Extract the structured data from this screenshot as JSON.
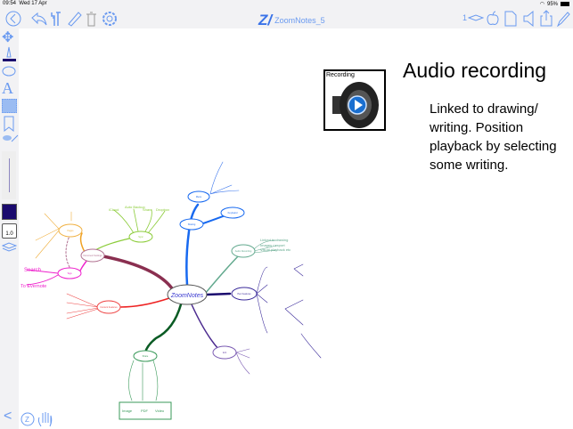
{
  "status": {
    "time": "09:54",
    "date": "Wed 17 Apr",
    "battery": "95%"
  },
  "toolbar": {
    "app_logo": "Z/",
    "title": "ZoomNotes_5",
    "page_number": "1"
  },
  "sidebar": {
    "line_width": "1.0",
    "color": "#1a0a6e"
  },
  "recording": {
    "label": "Recording"
  },
  "heading": "Audio recording",
  "description": "Linked to drawing/ writing. Position playback by selecting some writing.",
  "mindmap": {
    "center": "ZoomNotes",
    "nodes": {
      "menu": "Menu",
      "sharing": "Sharing",
      "keyboard": "Keyboard",
      "audio": "Audio Recording",
      "pen": "Pen Features",
      "edit": "Edit",
      "share": "Share",
      "content": "Content Features",
      "doc": "Document Settings",
      "pages": "Pages",
      "tags": "Tags",
      "sync": "Sync"
    },
    "audio_leaves": [
      "Linked to drawing",
      "Images / export",
      "Visual playback etc"
    ],
    "sync_leaves": [
      "iCloud",
      "Auto Backup",
      "Share",
      "Dropbox"
    ],
    "tags_leaves": [
      "Search",
      "To Evernote"
    ],
    "share_box": [
      "Image",
      "PDF",
      "Video"
    ]
  },
  "bottom": {
    "back": "<"
  }
}
